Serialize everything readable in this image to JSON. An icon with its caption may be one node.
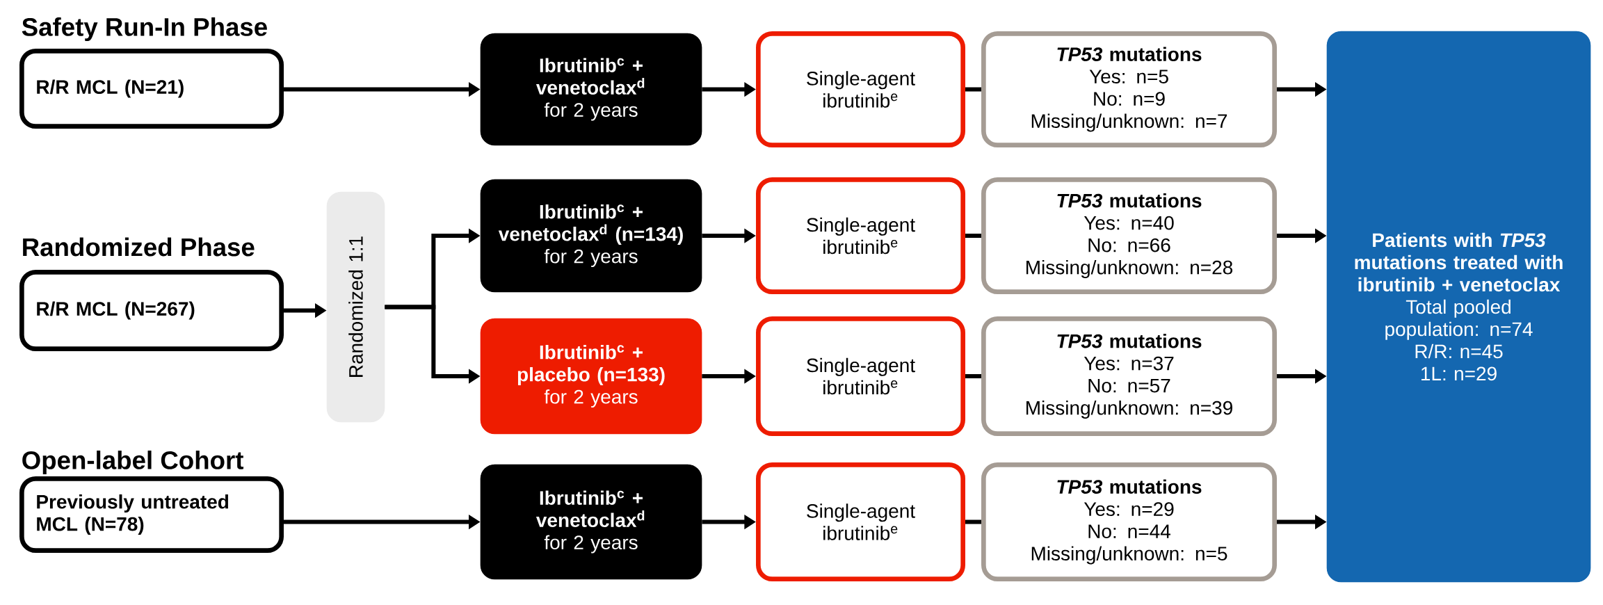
{
  "diagram": {
    "nodes": [
      {
        "text": [
          "R/R MCL (N=21)"
        ]
      },
      {
        "text": [
          "Ibrutinib$^{c}$ + venetoclax$^{d}$",
          "for 2 years"
        ]
      },
      {
        "text": [
          "Single-agent ibrutinib$^{e}$"
        ]
      },
      {
        "text": [
          "*TP53* mutations",
          "Yes: n=5",
          "No: n=9",
          "Missing/unknown: n=7"
        ]
      },
      {
        "text": [
          "R/R MCL (N=267)"
        ]
      },
      {
        "text": [
          "Randomized 1:1"
        ]
      },
      {
        "text": [
          "Ibrutinib$^{c}$ + venetoclax$^{d}$ (n=134)",
          "for 2 years"
        ]
      },
      {
        "text": [
          "Single-agent ibrutinib$^{e}$"
        ]
      },
      {
        "text": [
          "*TP53* mutations",
          "Yes: n=40",
          "No: n=66",
          "Missing/unknown: n=28"
        ]
      },
      {
        "text": [
          "Ibrutinib$^{c}$ + placebo (n=133)",
          "for 2 years"
        ]
      },
      {
        "text": [
          "Single-agent ibrutinib$^{e}$"
        ]
      },
      {
        "text": [
          "*TP53* mutations",
          "Yes: n=37",
          "No: n=57",
          "Missing/unknown: n=39"
        ]
      },
      {
        "text": [
          "Previously untreated MCL (N=78)"
        ]
      },
      {
        "text": [
          "Ibrutinib$^{c}$ + venetoclax$^{d}$",
          "for 2 years"
        ]
      },
      {
        "text": [
          "Single-agent ibrutinib$^{e}$"
        ]
      },
      {
        "text": [
          "*TP53* mutations",
          "Yes: n=29",
          "No: n=44",
          "Missing/unknown: n=5"
        ]
      },
      {
        "text": [
          "Patients with *TP53* mutations treated with ibrutinib + venetoclax",
          "Total pooled population: n=74",
          "R/R: n=45",
          "1L: n=29"
        ]
      }
    ],
    "edges": [
      {
        "from": 0,
        "to": 1,
        "arrow": "to"
      },
      {
        "from": 1,
        "to": 2,
        "arrow": "to"
      },
      {
        "from": 2,
        "to": 3,
        "arrow": "none"
      },
      {
        "from": 3,
        "to": 16,
        "arrow": "to"
      },
      {
        "from": 4,
        "to": 5,
        "arrow": "to"
      },
      {
        "from": 5,
        "to": 6,
        "arrow": "to"
      },
      {
        "from": 5,
        "to": 9,
        "arrow": "to"
      },
      {
        "from": 6,
        "to": 7,
        "arrow": "to"
      },
      {
        "from": 7,
        "to": 8,
        "arrow": "none"
      },
      {
        "from": 8,
        "to": 16,
        "arrow": "to"
      },
      {
        "from": 9,
        "to": 10,
        "arrow": "to"
      },
      {
        "from": 10,
        "to": 11,
        "arrow": "none"
      },
      {
        "from": 11,
        "to": 16,
        "arrow": "to"
      },
      {
        "from": 12,
        "to": 13,
        "arrow": "to"
      },
      {
        "from": 13,
        "to": 14,
        "arrow": "to"
      },
      {
        "from": 14,
        "to": 15,
        "arrow": "none"
      },
      {
        "from": 15,
        "to": 16,
        "arrow": "to"
      }
    ],
    "labels": [
      "Safety Run-In Phase",
      "Randomized Phase",
      "Open-label Cohort"
    ]
  }
}
